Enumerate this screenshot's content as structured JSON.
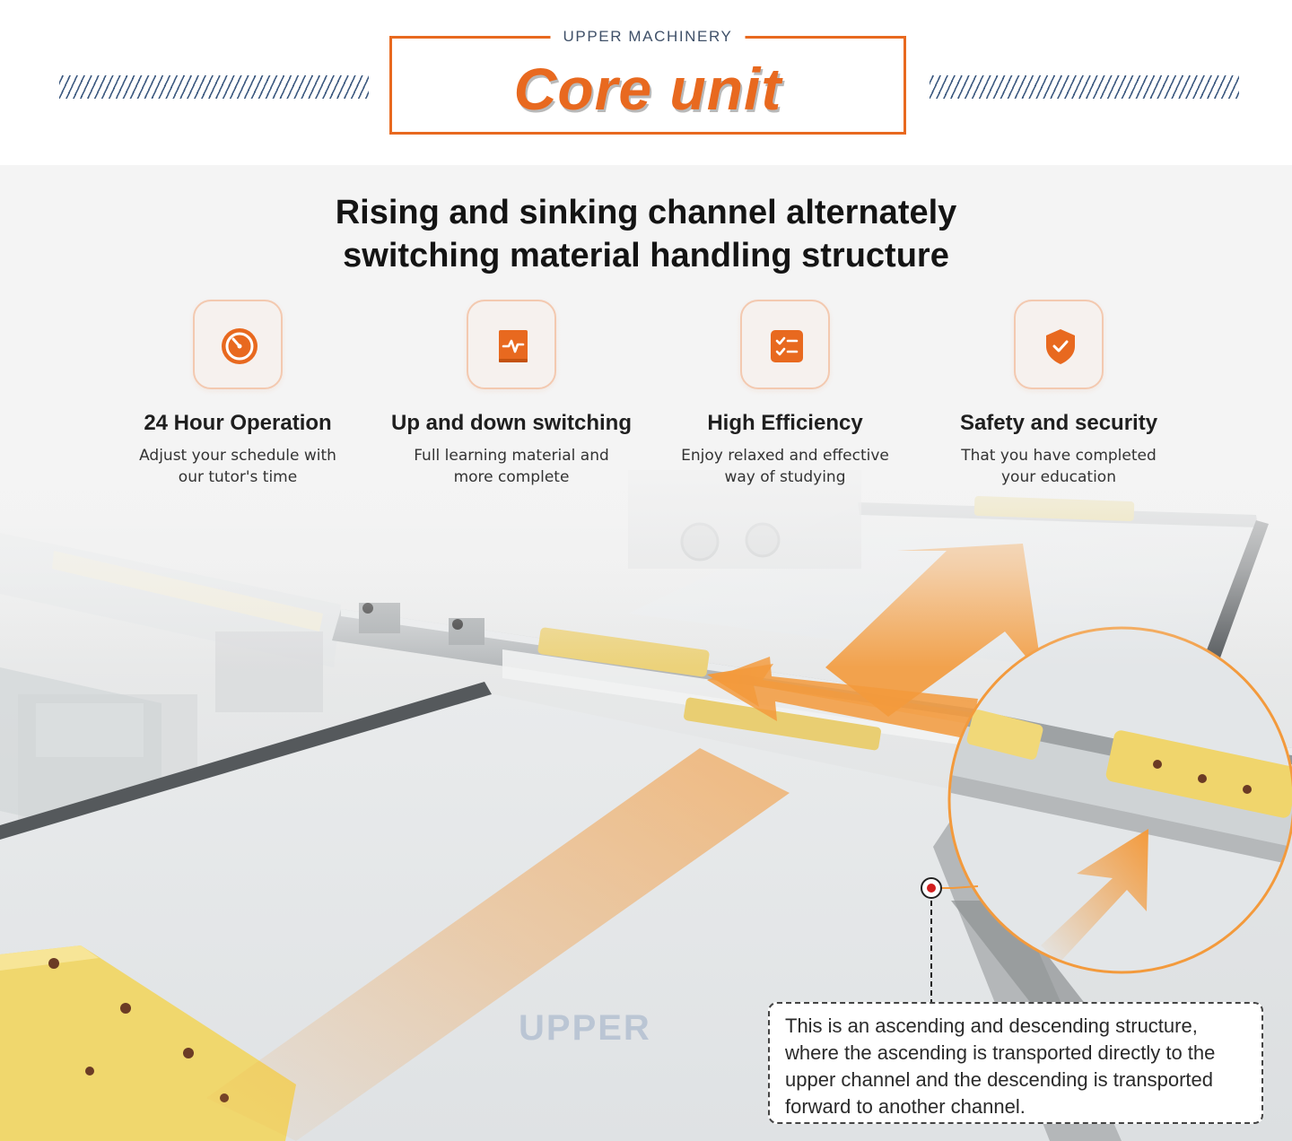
{
  "header": {
    "brand": "UPPER MACHINERY",
    "title": "Core unit"
  },
  "headline": {
    "line1": "Rising and sinking channel alternately",
    "line2": "switching material handling structure"
  },
  "features": [
    {
      "icon": "stopwatch-icon",
      "title": "24 Hour Operation",
      "desc": "Adjust your schedule with our tutor's time"
    },
    {
      "icon": "activity-book-icon",
      "title": "Up and down switching",
      "desc": "Full learning material and more complete"
    },
    {
      "icon": "checklist-icon",
      "title": "High Efficiency",
      "desc": "Enjoy relaxed and effective way of studying"
    },
    {
      "icon": "shield-check-icon",
      "title": "Safety and security",
      "desc": "That you have completed your education"
    }
  ],
  "callout": {
    "text": "This is an ascending and descending structure, where the ascending is transported directly to the upper channel and the descending is transported forward to another channel."
  },
  "watermark": "UPPER",
  "colors": {
    "accent": "#e8691f",
    "arrow": "#f39a3c",
    "hatch": "#3d5a80",
    "icon_bg": "#f6f1ee",
    "icon_border": "#f3c9b0"
  }
}
